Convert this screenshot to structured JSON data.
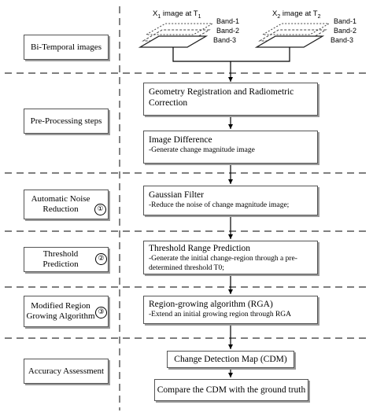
{
  "stages": {
    "bitemporal": "Bi-Temporal images",
    "preprocessing": "Pre-Processing steps",
    "noise": "Automatic Noise Reduction",
    "threshold": "Threshold Prediction",
    "rga": "Modified Region Growing Algorithm",
    "accuracy": "Accuracy Assessment"
  },
  "markers": {
    "one": "①",
    "two": "②",
    "three": "③"
  },
  "images": {
    "left": {
      "label_prefix": "X",
      "label_sub": "1",
      "label_mid": " image at T",
      "label_tsub": "1"
    },
    "right": {
      "label_prefix": "X",
      "label_sub": "2",
      "label_mid": " image at T",
      "label_tsub": "2"
    },
    "bands": [
      "Band-1",
      "Band-2",
      "Band-3"
    ]
  },
  "process": {
    "registration": "Geometry Registration and Radiometric Correction",
    "difference_title": "Image Difference",
    "difference_desc": "-Generate change magnitude image",
    "gaussian_title": "Gaussian Filter",
    "gaussian_desc": "-Reduce the noise of change magnitude image;",
    "trp_title": "Threshold Range Prediction",
    "trp_desc": "-Generate the initial change-region through a pre-determined threshold T0;",
    "rga_title": "Region-growing algorithm (RGA)",
    "rga_desc": "-Extend an initial growing region through RGA",
    "cdm": "Change Detection Map (CDM)",
    "compare": "Compare the CDM with the ground truth"
  }
}
